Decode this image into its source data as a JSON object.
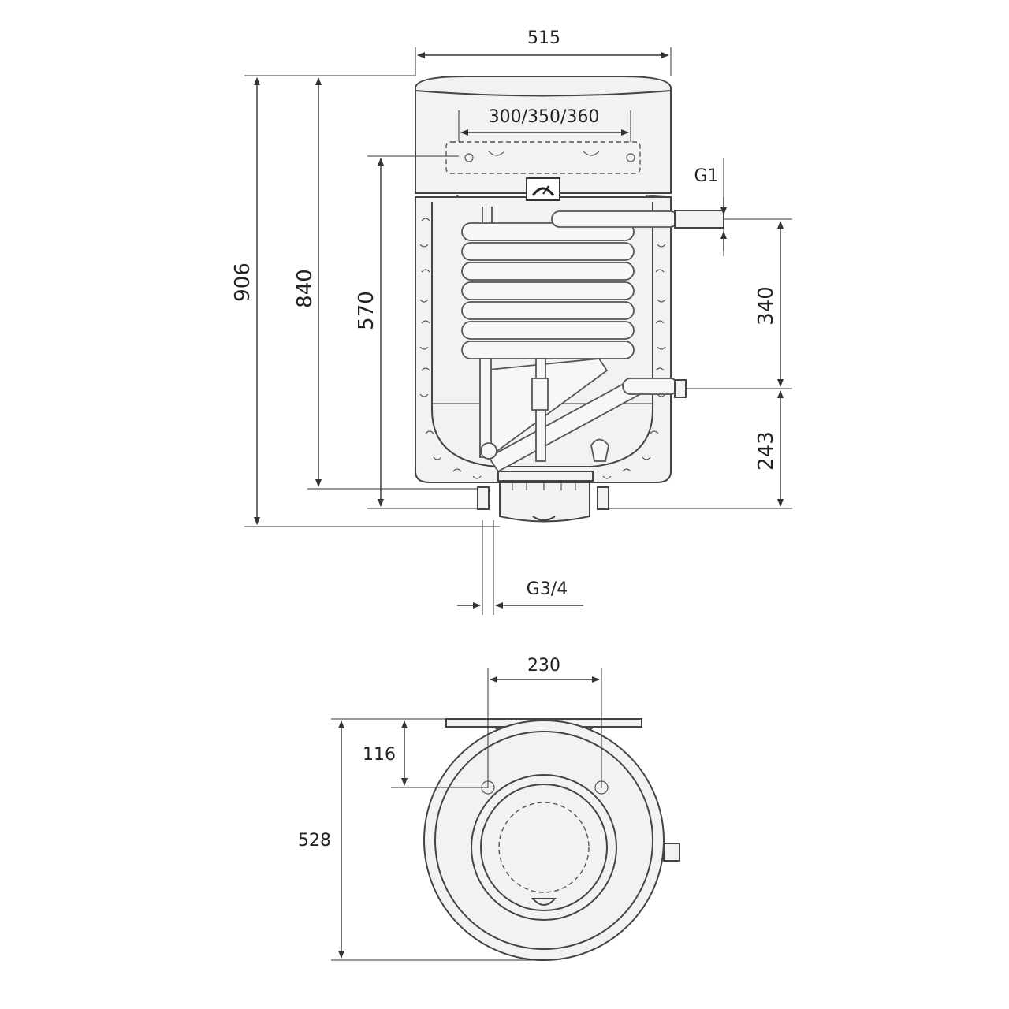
{
  "dimensions": {
    "width_515": "515",
    "bracket_300": "300/350/360",
    "height_906": "906",
    "height_840": "840",
    "height_570": "570",
    "g1": "G1",
    "h340": "340",
    "h243": "243",
    "g34": "G3/4",
    "w230": "230",
    "d116": "116",
    "d528": "528"
  },
  "colors": {
    "line": "#444444",
    "fill": "#f2f2f2"
  }
}
